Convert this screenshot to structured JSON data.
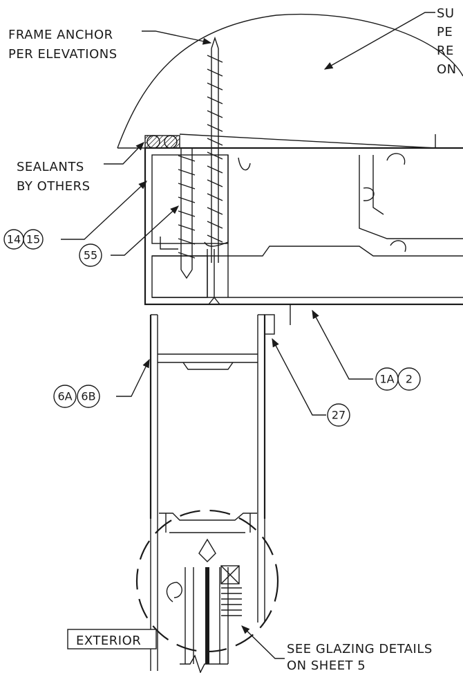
{
  "labels": {
    "frame_anchor_1": "FRAME ANCHOR",
    "frame_anchor_2": "PER ELEVATIONS",
    "substrate_1": "SU",
    "substrate_2": "PE",
    "substrate_3": "RE",
    "substrate_4": "ON",
    "sealants_1": "SEALANTS",
    "sealants_2": "BY OTHERS",
    "exterior": "EXTERIOR",
    "glazing_1": "SEE GLAZING DETAILS",
    "glazing_2": "ON SHEET 5"
  },
  "callouts": {
    "c14": "14",
    "c15": "15",
    "c55": "55",
    "c1A": "1A",
    "c2": "2",
    "c6A": "6A",
    "c6B": "6B",
    "c27": "27"
  },
  "colors": {
    "ink": "#1a1a1a",
    "paper": "#ffffff"
  }
}
